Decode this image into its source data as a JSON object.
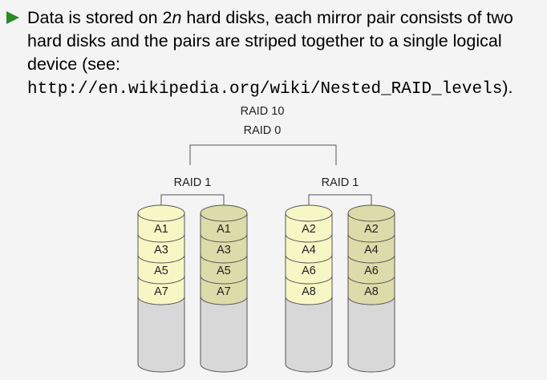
{
  "slide": {
    "bullet": {
      "text_before_n": "Data is stored on 2",
      "n": "n",
      "text_after_n": " hard disks, each mirror pair consists of two hard disks and the pairs are striped together to a single logical device (see: ",
      "url": "http://en.wikipedia.org/wiki/Nested_RAID_levels",
      "text_end": ")."
    }
  },
  "diagram": {
    "top_label": "RAID 10",
    "stripe_label": "RAID 0",
    "groups": [
      {
        "label": "RAID 1",
        "disks": [
          {
            "blocks": [
              "A1",
              "A3",
              "A5",
              "A7"
            ]
          },
          {
            "blocks": [
              "A1",
              "A3",
              "A5",
              "A7"
            ]
          }
        ]
      },
      {
        "label": "RAID 1",
        "disks": [
          {
            "blocks": [
              "A2",
              "A4",
              "A6",
              "A8"
            ]
          },
          {
            "blocks": [
              "A2",
              "A4",
              "A6",
              "A8"
            ]
          }
        ]
      }
    ],
    "colors": {
      "disk_a_fill": "#f7f7c6",
      "disk_b_fill": "#dcdcaa",
      "disk_empty_fill": "#d8d8d8",
      "line": "#555555",
      "bullet_arrow": "#2a8a2a"
    }
  }
}
